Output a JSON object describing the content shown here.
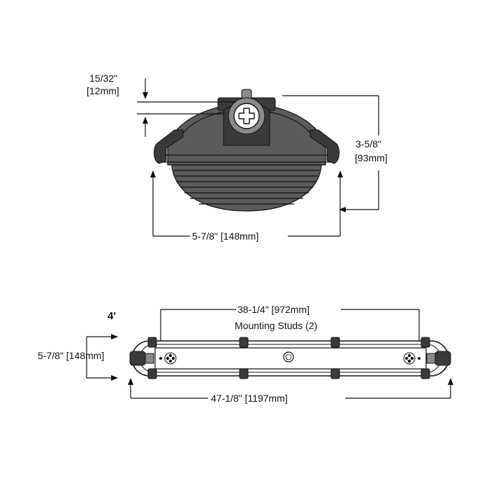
{
  "end_view": {
    "lip_dim": "15/32\"",
    "lip_dim_metric": "[12mm]",
    "height_dim": "3-5/8\"",
    "height_dim_metric": "[93mm]",
    "width_dim": "5-7/8\" [148mm]"
  },
  "side_view": {
    "size_label": "4'",
    "stud_spacing_dim": "38-1/4\" [972mm]",
    "stud_label": "Mounting Studs (2)",
    "width_dim": "5-7/8\" [148mm]",
    "length_dim": "47-1/8\" [1197mm]"
  },
  "colors": {
    "line": "#111111",
    "body_fill": "#5b5b5b",
    "dark_fill": "#3a3a3a"
  }
}
